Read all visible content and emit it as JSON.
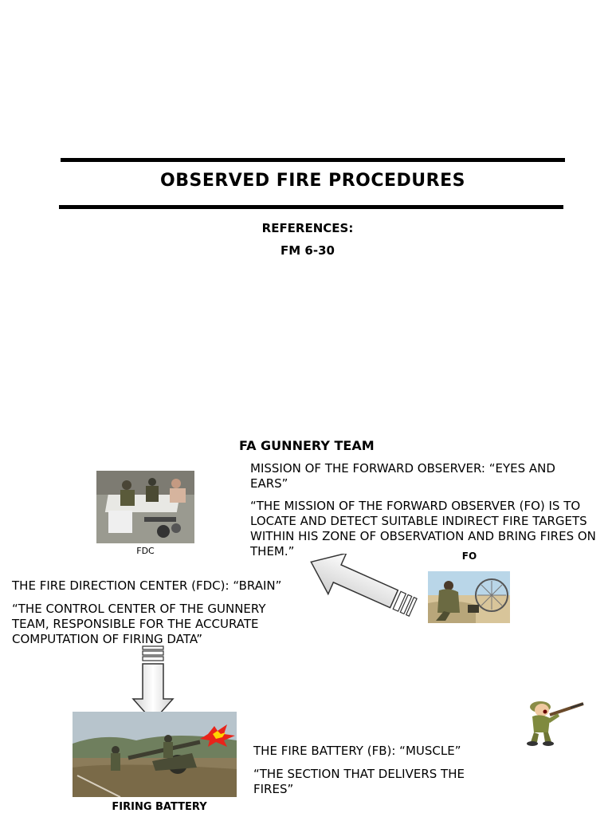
{
  "header": {
    "title": "OBSERVED FIRE PROCEDURES",
    "references_label": "REFERENCES:",
    "reference": "FM 6-30"
  },
  "team": {
    "heading": "FA GUNNERY TEAM"
  },
  "fo": {
    "mission": "MISSION OF THE FORWARD OBSERVER: “EYES AND EARS”",
    "quote": "“THE MISSION OF THE FORWARD OBSERVER (FO) IS TO LOCATE AND DETECT SUITABLE INDIRECT FIRE TARGETS WITHIN HIS ZONE OF OBSERVATION AND BRING FIRES ON THEM.”",
    "caption": "FO"
  },
  "fdc": {
    "caption": "FDC",
    "mission": "THE FIRE DIRECTION CENTER (FDC): “BRAIN”",
    "quote": "“THE CONTROL CENTER OF THE GUNNERY TEAM, RESPONSIBLE FOR THE  ACCURATE COMPUTATION OF FIRING DATA”"
  },
  "fb": {
    "mission": "THE FIRE BATTERY (FB): “MUSCLE”",
    "quote": "“THE SECTION THAT DELIVERS THE FIRES”",
    "caption": "FIRING BATTERY"
  },
  "icons": [
    "fdc-photo",
    "fo-photo",
    "firing-battery-photo",
    "soldier-cartoon-icon",
    "arrow-icon"
  ]
}
